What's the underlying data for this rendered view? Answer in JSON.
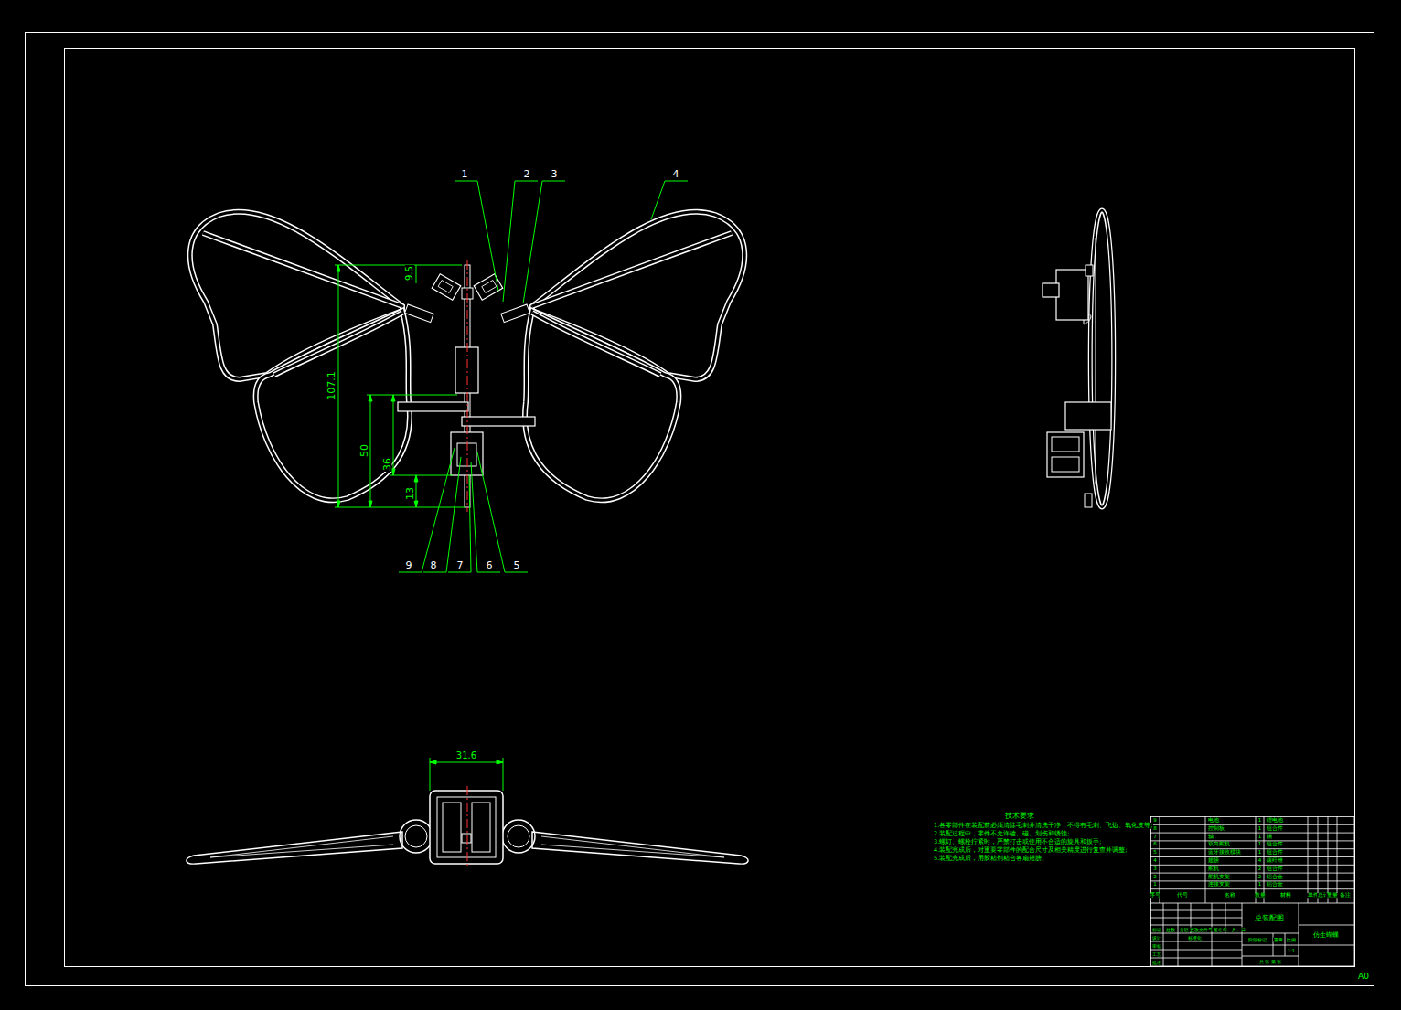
{
  "diagram": {
    "title": "总装配图",
    "labels": [
      "1",
      "2",
      "3",
      "4",
      "9",
      "8",
      "7",
      "6",
      "5",
      "9.5",
      "107.1",
      "50",
      "36",
      "13",
      "31.6",
      "技术要求",
      "1.各零部件在装配前必须清除毛刺并清洗干净，不得有毛刺、飞边、氧化皮等;",
      "2.装配过程中，零件不允许磕、碰、划伤和锈蚀;",
      "3.螺钉、螺栓拧紧时，严禁打击或使用不合适的旋具和扳手;",
      "4.装配完成后，对重要零部件的配合尺寸及相关精度进行复查并调整;",
      "5.装配完成后，用胶粘剂粘合各扇翅膀。",
      "9",
      "电池",
      "1",
      "锂电池",
      "8",
      "控制板",
      "1",
      "组合件",
      "7",
      "轴",
      "1",
      "钢",
      "6",
      "双向舵机",
      "1",
      "组合件",
      "5",
      "蓝牙接收模块",
      "1",
      "组合件",
      "4",
      "翅膀",
      "4",
      "碳纤维",
      "3",
      "舵机",
      "2",
      "组合件",
      "2",
      "舵机支架",
      "2",
      "铝合金",
      "1",
      "连接支架",
      "1",
      "铝合金",
      "序号",
      "代号",
      "名称",
      "数量",
      "材料",
      "单件",
      "总计",
      "重量",
      "备注",
      "仿生蝴蝶",
      "标记",
      "处数",
      "分区",
      "更改文件号",
      "签名",
      "年、月、日",
      "设计",
      "标准化",
      "审核",
      "工艺",
      "批准",
      "阶段标记",
      "重量",
      "比例",
      "1:1",
      "共 张 第 张",
      "A0"
    ]
  }
}
